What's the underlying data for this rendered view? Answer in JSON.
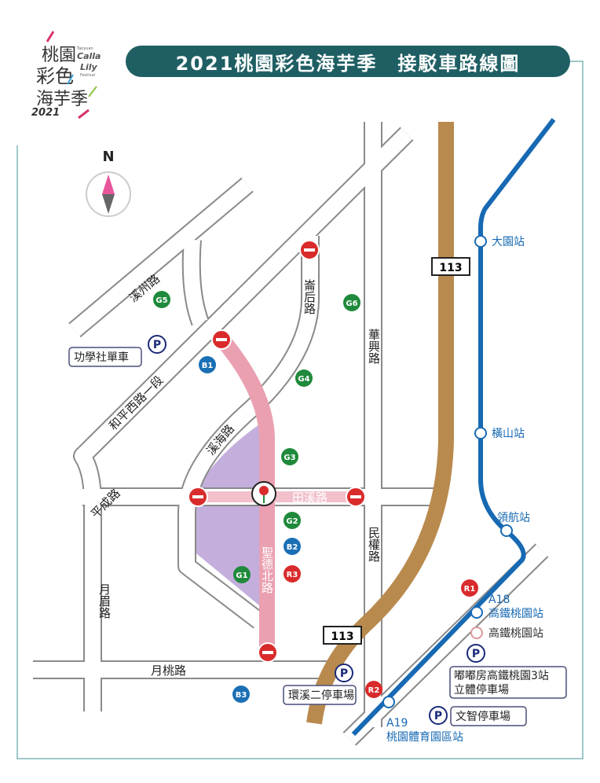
{
  "title": "2021桃園彩色海芋季　接駁車路線圖",
  "logo": {
    "line1": "桃園",
    "line2": "彩色",
    "line3": "海芋季",
    "en1": "Taoyuan",
    "en2": "Calla",
    "en3": "Lily",
    "en4": "Festival",
    "year": "2021"
  },
  "compass": {
    "label": "N"
  },
  "roads": {
    "xizhou": "溪州路",
    "heping": "和平西路一段",
    "pingcheng": "平成路",
    "yuemei": "月眉路",
    "xihai": "溪海路",
    "lunhou": "崙后路",
    "huaxing": "華興路",
    "minquan": "民權路",
    "tianxi": "田溪路",
    "shengde": "聖德北路",
    "yuetao": "月桃路"
  },
  "route_number": "113",
  "stations": {
    "dayuan": "大園站",
    "hengshan": "橫山站",
    "linghang": "領航站",
    "a18_code": "A18",
    "a18": "高鐵桃園站",
    "hsr": "高鐵桃園站",
    "a19_code": "A19",
    "a19": "桃園體育園區站"
  },
  "parking": {
    "bike": "功學社單車",
    "huanxi": "環溪二停車場",
    "dudu_line1": "嘟嘟房高鐵桃園3站",
    "dudu_line2": "立體停車場",
    "wenzhi": "文智停車場",
    "symbol": "P"
  },
  "stops": {
    "G1": "G1",
    "G2": "G2",
    "G3": "G3",
    "G4": "G4",
    "G5": "G5",
    "G6": "G6",
    "B1": "B1",
    "B2": "B2",
    "B3": "B3",
    "R1": "R1",
    "R2": "R2",
    "R3": "R3"
  },
  "colors": {
    "green": "#1f8a3b",
    "blue": "#1a6fb5",
    "red": "#d92b2b",
    "header": "#1f5f64",
    "route113": "#b98a4e",
    "mrt": "#1769b3",
    "pinkroad": "#eaa0b0"
  }
}
